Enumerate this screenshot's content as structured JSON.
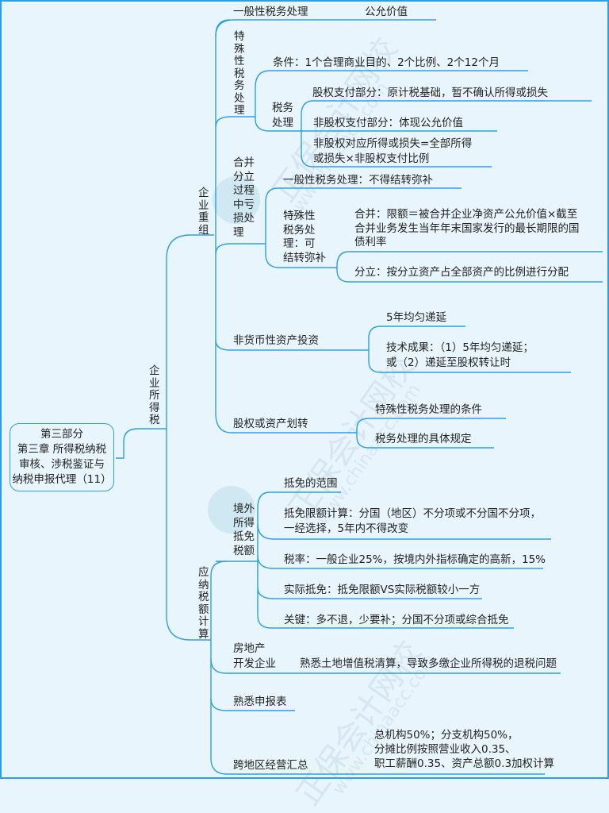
{
  "root": {
    "text": "第三部分\n第三章  所得税纳税\n审核、涉税鉴证与\n纳税申报代理（11）"
  },
  "level1": {
    "text": "企业所得税"
  },
  "reorg": {
    "label": "企业重组",
    "general": {
      "label": "一般性税务处理",
      "value": "公允价值"
    },
    "special": {
      "label": "特殊性税务处理",
      "condition": "条件：1个合理商业目的、2个比例、2个12个月",
      "tax_label": "税务\n处理",
      "items": [
        "股权支付部分：原计税基础，暂不确认所得或损失",
        "非股权支付部分：体现公允价值",
        "非股权对应所得或损失=全部所得\n或损失×非股权支付比例"
      ]
    },
    "loss": {
      "label": "合并\n分立\n过程\n中亏\n损处\n理",
      "general": "一般性税务处理：不得结转弥补",
      "special_label": "特殊性\n税务处\n理：可\n结转弥补",
      "merge": "合并：限额＝被合并企业净资产公允价值×截至\n合并业务发生当年年末国家发行的最长期限的国\n债利率",
      "split": "分立：按分立资产占全部资产的比例进行分配"
    },
    "nonmonetary": {
      "label": "非货币性资产投资",
      "items": [
        "5年均匀递延",
        "技术成果：（1）5年均匀递延；\n或（2）递延至股权转让时"
      ]
    },
    "transfer": {
      "label": "股权或资产划转",
      "items": [
        "特殊性税务处理的条件",
        "税务处理的具体规定"
      ]
    }
  },
  "taxcalc": {
    "label": "应纳税额计算",
    "foreign": {
      "label": "境外\n所得\n抵免\n税额",
      "items": [
        "抵免的范围",
        "抵免限额计算：分国（地区）不分项或不分国不分项，\n一经选择，5年内不得改变",
        "税率：一般企业25%，按境内外指标确定的高新，15%",
        "实际抵免：抵免限额VS实际税额较小一方",
        "关键：多不退，少要补；分国不分项或综合抵免"
      ]
    },
    "realestate": {
      "label": "房地产\n开发企业",
      "text": "熟悉土地增值税清算，导致多缴企业所得税的退税问题"
    },
    "returns": {
      "label": "熟悉申报表"
    },
    "crossregion": {
      "label": "跨地区经营汇总",
      "text": "总机构50%；分支机构50%，\n分摊比例按照营业收入0.35、\n职工薪酬0.35、资产总额0.3加权计算"
    }
  },
  "watermark": {
    "name": "正保会计网校",
    "url": "www.chinaacc.com"
  },
  "colors": {
    "line": "#2d9fe0",
    "background": "#e9f5fd"
  }
}
